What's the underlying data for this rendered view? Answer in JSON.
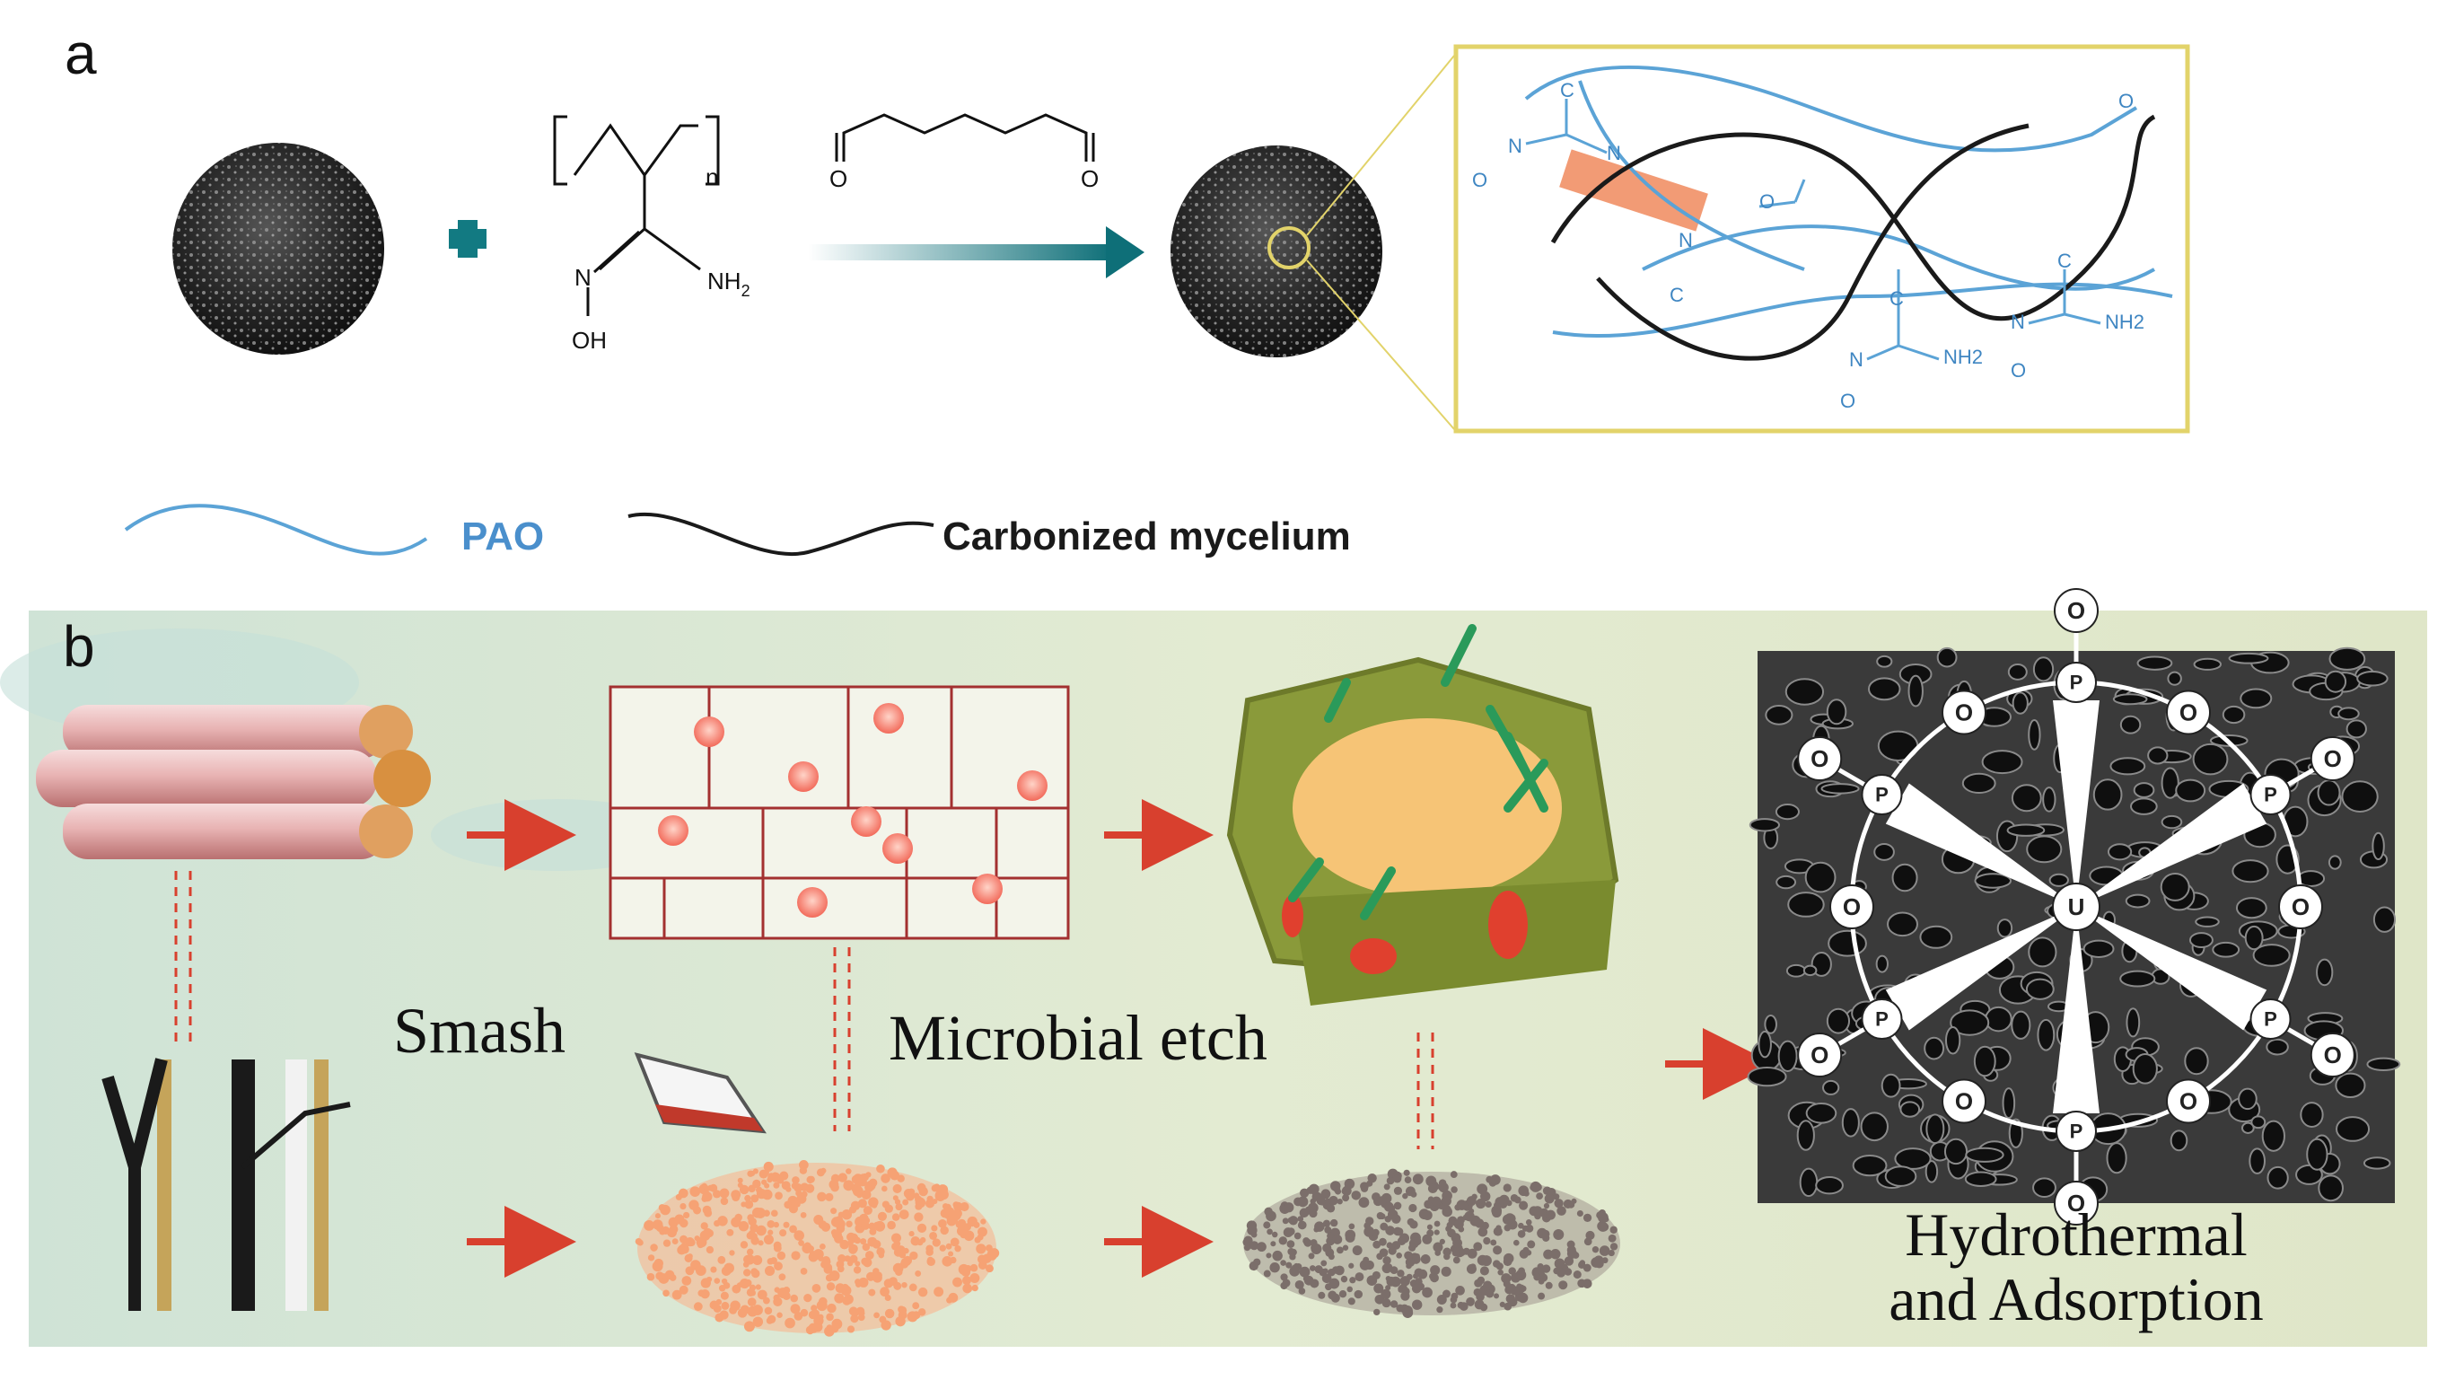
{
  "panel_a": {
    "label": "a",
    "monomer": {
      "subscript": "n",
      "amine": "NH",
      "amine_sub": "2",
      "hydroxyl": "OH",
      "n_atom": "N"
    },
    "dialdehyde": {
      "oxygen_left": "O",
      "oxygen_right": "O"
    },
    "zoom_box": {
      "atoms": [
        "C",
        "N",
        "O",
        "N",
        "N",
        "O",
        "C",
        "C",
        "NH2",
        "N",
        "O",
        "O",
        "C",
        "NH2",
        "N",
        "O"
      ]
    },
    "legend": {
      "pao_label": "PAO",
      "mycelium_label": "Carbonized mycelium"
    },
    "colors": {
      "plus": "#127a82",
      "arrow": "#0e6f78",
      "pao_line": "#5ba3d6",
      "mycelium_line": "#1a1a1a",
      "zoom_box": "#e2d36a",
      "highlight": "#f08a5d"
    }
  },
  "panel_b": {
    "label": "b",
    "step1_label": "Smash",
    "step2_label": "Microbial etch",
    "step3_label_line1": "Hydrothermal",
    "step3_label_line2": "and Adsorption",
    "sem_center": "U",
    "sem_oxygen": "O",
    "sem_phosphorus": "P",
    "colors": {
      "background": "#dfe9cf",
      "arrow": "#d8402e",
      "particles_orange": "#f6a274",
      "particles_grey": "#7b6e6a"
    }
  }
}
